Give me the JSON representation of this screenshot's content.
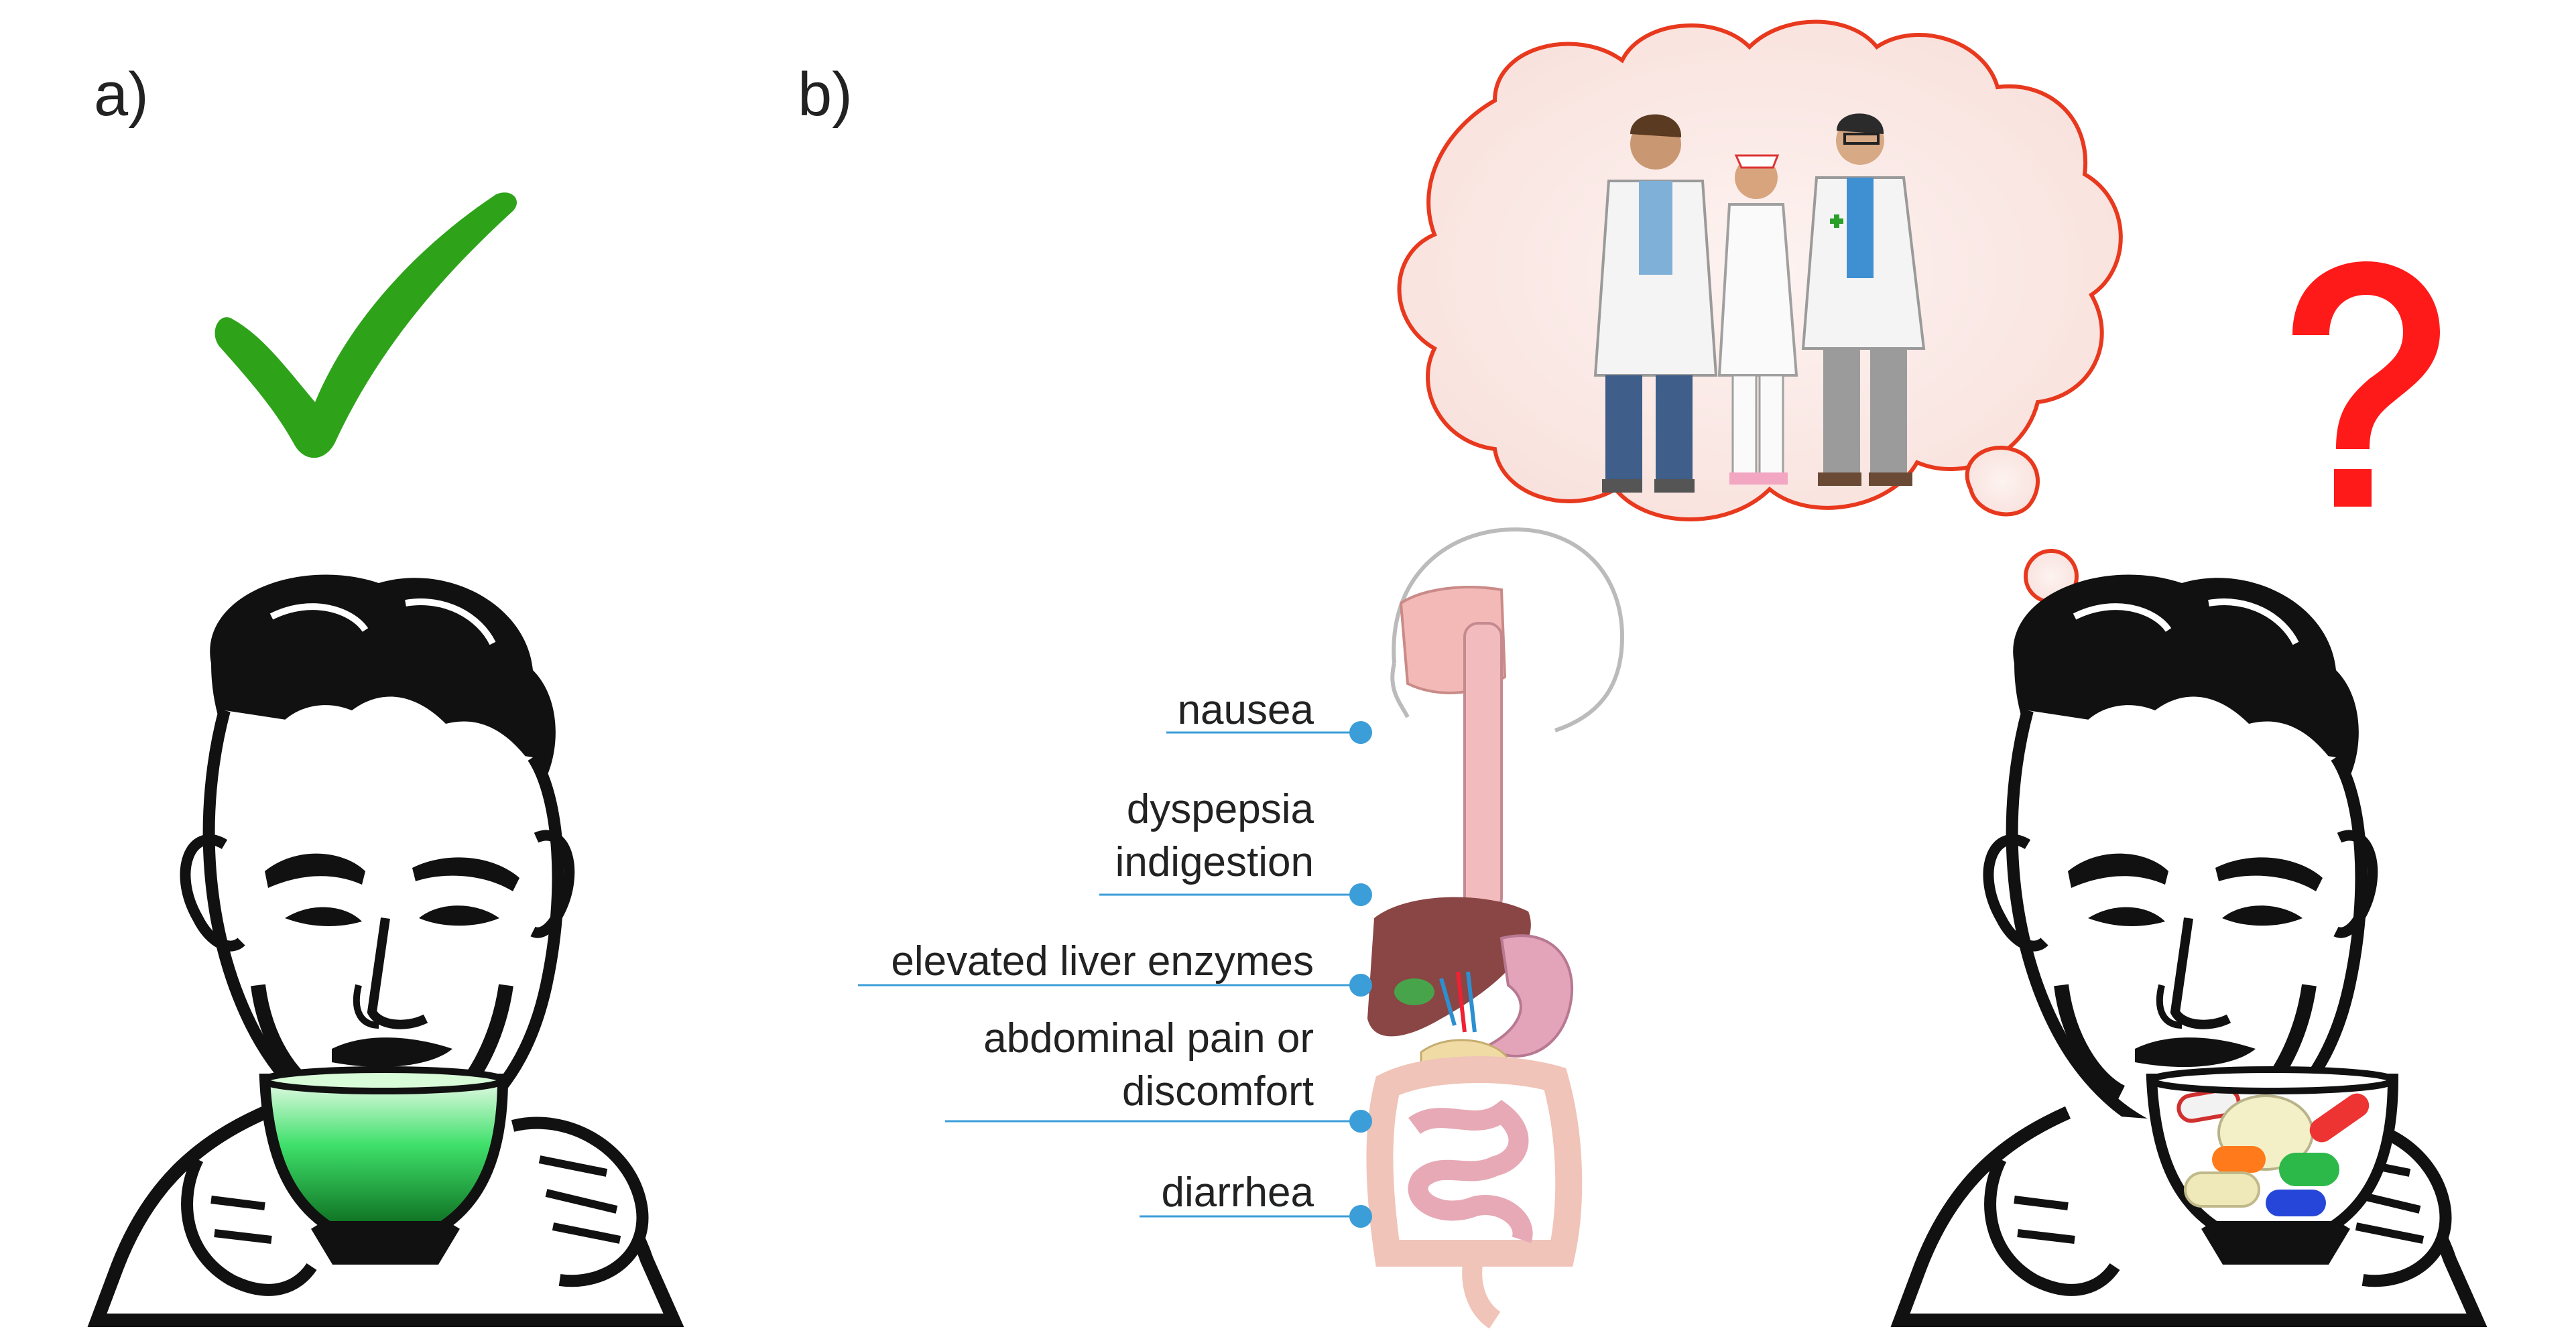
{
  "panels": {
    "a_label": "a)",
    "b_label": "b)"
  },
  "question_mark": "?",
  "symptoms": [
    {
      "line1": "nausea",
      "line2": ""
    },
    {
      "line1": "dyspepsia",
      "line2": "indigestion"
    },
    {
      "line1": "elevated liver enzymes",
      "line2": ""
    },
    {
      "line1": "abdominal pain or",
      "line2": "discomfort"
    },
    {
      "line1": "diarrhea",
      "line2": ""
    }
  ],
  "icons": {
    "checkmark": "checkmark-icon",
    "question": "question-mark-icon",
    "thought_bubble": "thought-bubble",
    "cup_tea": "tea-cup",
    "cup_pills": "pill-cup",
    "digestive_system": "digestive-system"
  },
  "colors": {
    "check_green": "#2ea31a",
    "tea_green": "#2fd65a",
    "question_red": "#ff1a1a",
    "bubble_fill": "#fbeeec",
    "bubble_stroke": "#e8391e",
    "pointer_blue": "#3b9ed8",
    "ink": "#111111"
  }
}
